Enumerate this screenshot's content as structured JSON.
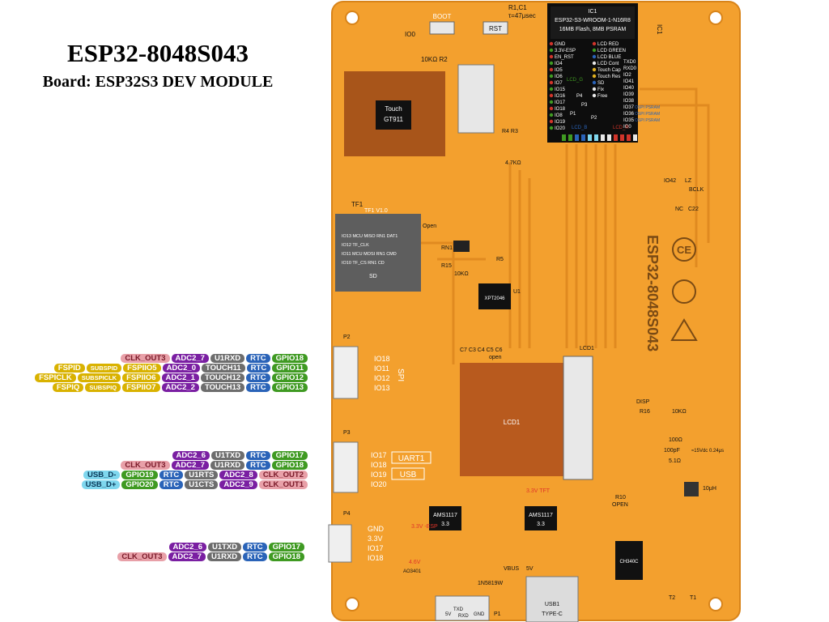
{
  "title": "ESP32-8048S043",
  "subtitle": "Board: ESP32S3 DEV MODULE",
  "colors": {
    "pcb": "#f3a02e",
    "pcb_dark": "#d8841a",
    "module": "#0d0d0d",
    "gpio": "#3f9a22",
    "rtc": "#2a63b8",
    "uart": "#6d6d6d",
    "adc": "#7a1fa2",
    "clk": "#e8a0a8",
    "fspi": "#d9b200",
    "usb": "#7fd7ee"
  },
  "module": {
    "ref": "IC1",
    "name": "ESP32-S3-WROOM-1-N16R8",
    "spec": "16MB Flash, 8MB PSRAM",
    "left_pins": [
      "GND",
      "3.3V-ESP",
      "EN_RST",
      "IO4",
      "IO5",
      "IO6",
      "IO7",
      "IO15",
      "IO16",
      "IO17",
      "IO18",
      "IO8",
      "IO19",
      "IO20"
    ],
    "right_pins": [
      "LCD RED",
      "LCD GREEN",
      "LCD BLUE",
      "LCD Cont",
      "Touch Cap",
      "Touch Res",
      "SD",
      "Fix",
      "Free"
    ],
    "right_io": [
      "TXD0",
      "RXD0",
      "IO2",
      "IO41",
      "IO40",
      "IO39",
      "IO38",
      "IO37",
      "IO36",
      "IO35",
      "IO0"
    ],
    "psram": [
      "OSPI PSRAM",
      "OSPI PSRAM",
      "OSPI PSRAM"
    ],
    "lcd_g": "LCD_G",
    "lcd_b": "LCD_B",
    "lcd_r": "LCD_R",
    "p1": "P1",
    "p2": "P2",
    "p3": "P3",
    "p4": "P4"
  },
  "board_labels": {
    "boot": "BOOT",
    "rst": "RST",
    "io0": "IO0",
    "rc": "R1,C1",
    "rc_val": "τ=47μsec",
    "rst_small": "RST",
    "r2": "10KΩ R2",
    "touch": "Touch",
    "gt911": "GT911",
    "tf1": "TF1",
    "tf1_ver": "TF1 V1.0",
    "tf_open": "Open",
    "sd": "SD",
    "sd_rows": [
      "IO13 MCU MISO RN1 DAT1",
      "IO12 TF_CLK",
      "IO11 MCU MOSI RN1 CMD",
      "IO10 TF_CS RN1 CD"
    ],
    "rn1": "RN1",
    "r15": "R15",
    "r5": "R5",
    "r10k": "10KΩ",
    "u1": "U1",
    "xpt": "XPT2046",
    "caps": "C7 C3 C4 C5 C6",
    "open": "open",
    "lcd1": "LCD1",
    "lcd1_b": "LCD1",
    "p2": "P2",
    "p3": "P3",
    "p4": "P4",
    "p1": "P1",
    "spi": "SPI",
    "uart1": "UART1",
    "usb": "USB",
    "io18": "IO18",
    "io11": "IO11",
    "io12": "IO12",
    "io13": "IO13",
    "io17": "IO17",
    "io19": "IO19",
    "io20": "IO20",
    "gnd": "GND",
    "v33": "3.3V",
    "ams1": "AMS1117",
    "ams2": "AMS1117",
    "v33a": "3.3",
    "v33b": "3.3",
    "esp_3v3": "3.3V -ESP",
    "tft_3v3": "3.3V TFT",
    "usb1": "USB1",
    "typec": "TYPE-C",
    "vbus": "VBUS",
    "v5": "5V",
    "ch340": "CH340C",
    "diode": "1N5819W",
    "ao3401": "AO3401",
    "v46": "4.6V",
    "r10": "R10",
    "r10_open": "OPEN",
    "l1": "10μH",
    "r100": "100Ω",
    "c20": "100pF",
    "r51": "5.1Ω",
    "disp": "DISP",
    "r16": "R16",
    "r10k2": "10KΩ",
    "lz": "LZ",
    "io42": "IO42",
    "bclk": "BCLK",
    "nc": "NC",
    "c22": "C22",
    "vdc": "≈15Vdc 0.24μs",
    "ce": "CE",
    "board_name": "ESP32-8048S043",
    "t1": "T1",
    "t2": "T2",
    "txd": "TXD",
    "rxd": "RXD",
    "pins_5v": "5V",
    "pins_gnd": "GND",
    "r47k": "4.7KΩ",
    "r4r3": "R4 R3",
    "ic1": "IC1"
  },
  "pin_groups": [
    {
      "id": "p2-spi",
      "rows": [
        [
          {
            "t": "CLK_OUT3",
            "c": "pink"
          },
          {
            "t": "ADC2_7",
            "c": "purple"
          },
          {
            "t": "U1RXD",
            "c": "gray"
          },
          {
            "t": "RTC",
            "c": "blue"
          },
          {
            "t": "GPIO18",
            "c": "green"
          }
        ],
        [
          {
            "t": "FSPID",
            "c": "yellow"
          },
          {
            "t": "SUBSPID",
            "c": "yellow",
            "s": 1
          },
          {
            "t": "FSPIIO5",
            "c": "yellow"
          },
          {
            "t": "ADC2_0",
            "c": "purple"
          },
          {
            "t": "TOUCH11",
            "c": "gray"
          },
          {
            "t": "RTC",
            "c": "blue"
          },
          {
            "t": "GPIO11",
            "c": "green"
          }
        ],
        [
          {
            "t": "FSPICLK",
            "c": "yellow"
          },
          {
            "t": "SUBSPICLK",
            "c": "yellow",
            "s": 1
          },
          {
            "t": "FSPIIO6",
            "c": "yellow"
          },
          {
            "t": "ADC2_1",
            "c": "purple"
          },
          {
            "t": "TOUCH12",
            "c": "gray"
          },
          {
            "t": "RTC",
            "c": "blue"
          },
          {
            "t": "GPIO12",
            "c": "green"
          }
        ],
        [
          {
            "t": "FSPIQ",
            "c": "yellow"
          },
          {
            "t": "SUBSPIQ",
            "c": "yellow",
            "s": 1
          },
          {
            "t": "FSPIIO7",
            "c": "yellow"
          },
          {
            "t": "ADC2_2",
            "c": "purple"
          },
          {
            "t": "TOUCH13",
            "c": "gray"
          },
          {
            "t": "RTC",
            "c": "blue"
          },
          {
            "t": "GPIO13",
            "c": "green"
          }
        ]
      ]
    },
    {
      "id": "p3-uart-usb",
      "rows": [
        [
          {
            "t": "ADC2_6",
            "c": "purple"
          },
          {
            "t": "U1TXD",
            "c": "gray"
          },
          {
            "t": "RTC",
            "c": "blue"
          },
          {
            "t": "GPIO17",
            "c": "green"
          }
        ],
        [
          {
            "t": "CLK_OUT3",
            "c": "pink"
          },
          {
            "t": "ADC2_7",
            "c": "purple"
          },
          {
            "t": "U1RXD",
            "c": "gray"
          },
          {
            "t": "RTC",
            "c": "blue"
          },
          {
            "t": "GPIO18",
            "c": "green"
          }
        ],
        [
          {
            "t": "USB_D-",
            "c": "cyan"
          },
          {
            "t": "GPIO19",
            "c": "green"
          },
          {
            "t": "RTC",
            "c": "blue"
          },
          {
            "t": "U1RTS",
            "c": "gray"
          },
          {
            "t": "ADC2_8",
            "c": "purple"
          },
          {
            "t": "CLK_OUT2",
            "c": "pink"
          }
        ],
        [
          {
            "t": "USB_D+",
            "c": "cyan"
          },
          {
            "t": "GPIO20",
            "c": "green"
          },
          {
            "t": "RTC",
            "c": "blue"
          },
          {
            "t": "U1CTS",
            "c": "gray"
          },
          {
            "t": "ADC2_9",
            "c": "purple"
          },
          {
            "t": "CLK_OUT1",
            "c": "pink"
          }
        ]
      ]
    },
    {
      "id": "p4-uart",
      "rows": [
        [
          {
            "t": "ADC2_6",
            "c": "purple"
          },
          {
            "t": "U1TXD",
            "c": "gray"
          },
          {
            "t": "RTC",
            "c": "blue"
          },
          {
            "t": "GPIO17",
            "c": "green"
          }
        ],
        [
          {
            "t": "CLK_OUT3",
            "c": "pink"
          },
          {
            "t": "ADC2_7",
            "c": "purple"
          },
          {
            "t": "U1RXD",
            "c": "gray"
          },
          {
            "t": "RTC",
            "c": "blue"
          },
          {
            "t": "GPIO18",
            "c": "green"
          }
        ]
      ]
    }
  ]
}
